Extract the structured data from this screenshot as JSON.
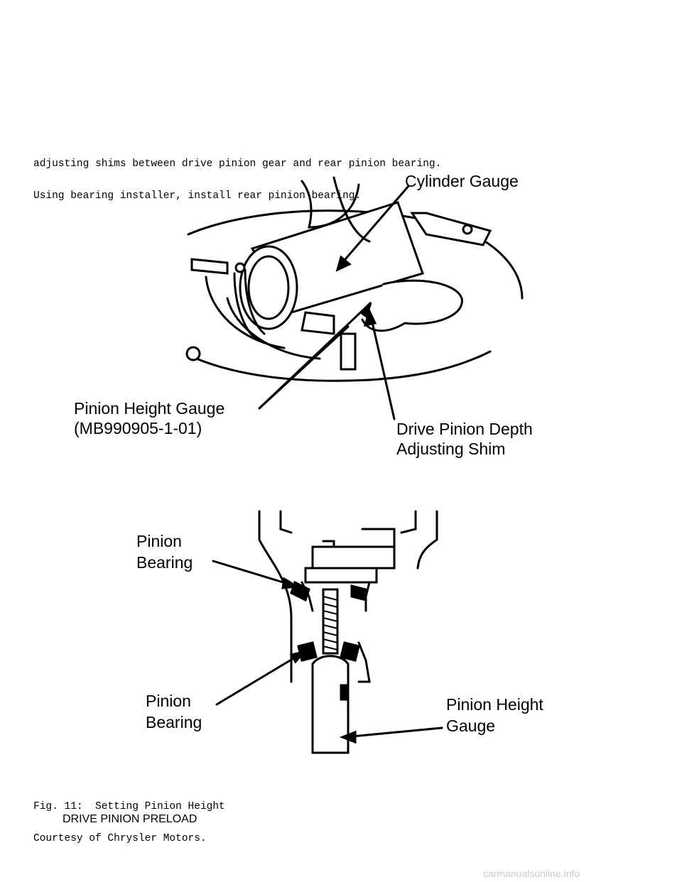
{
  "intro": {
    "line1": "adjusting shims between drive pinion gear and rear pinion bearing.",
    "line2": "Using bearing installer, install rear pinion bearing."
  },
  "figure_top": {
    "labels": {
      "cylinder_gauge": "Cylinder Gauge",
      "pinion_height_gauge_line1": "Pinion Height Gauge",
      "pinion_height_gauge_line2": "(MB990905-1-01)",
      "shim_line1": "Drive Pinion Depth",
      "shim_line2": "Adjusting Shim"
    }
  },
  "figure_bottom": {
    "labels": {
      "pinion_bearing_top_line1": "Pinion",
      "pinion_bearing_top_line2": "Bearing",
      "pinion_bearing_bottom_line1": "Pinion",
      "pinion_bearing_bottom_line2": "Bearing",
      "pinion_height_gauge_line1": "Pinion Height",
      "pinion_height_gauge_line2": "Gauge"
    }
  },
  "caption": {
    "line1": "Fig. 11:  Setting Pinion Height",
    "line2": "Courtesy of Chrysler Motors."
  },
  "section_heading": "DRIVE PINION PRELOAD",
  "watermark": "carmanualsonline.info"
}
